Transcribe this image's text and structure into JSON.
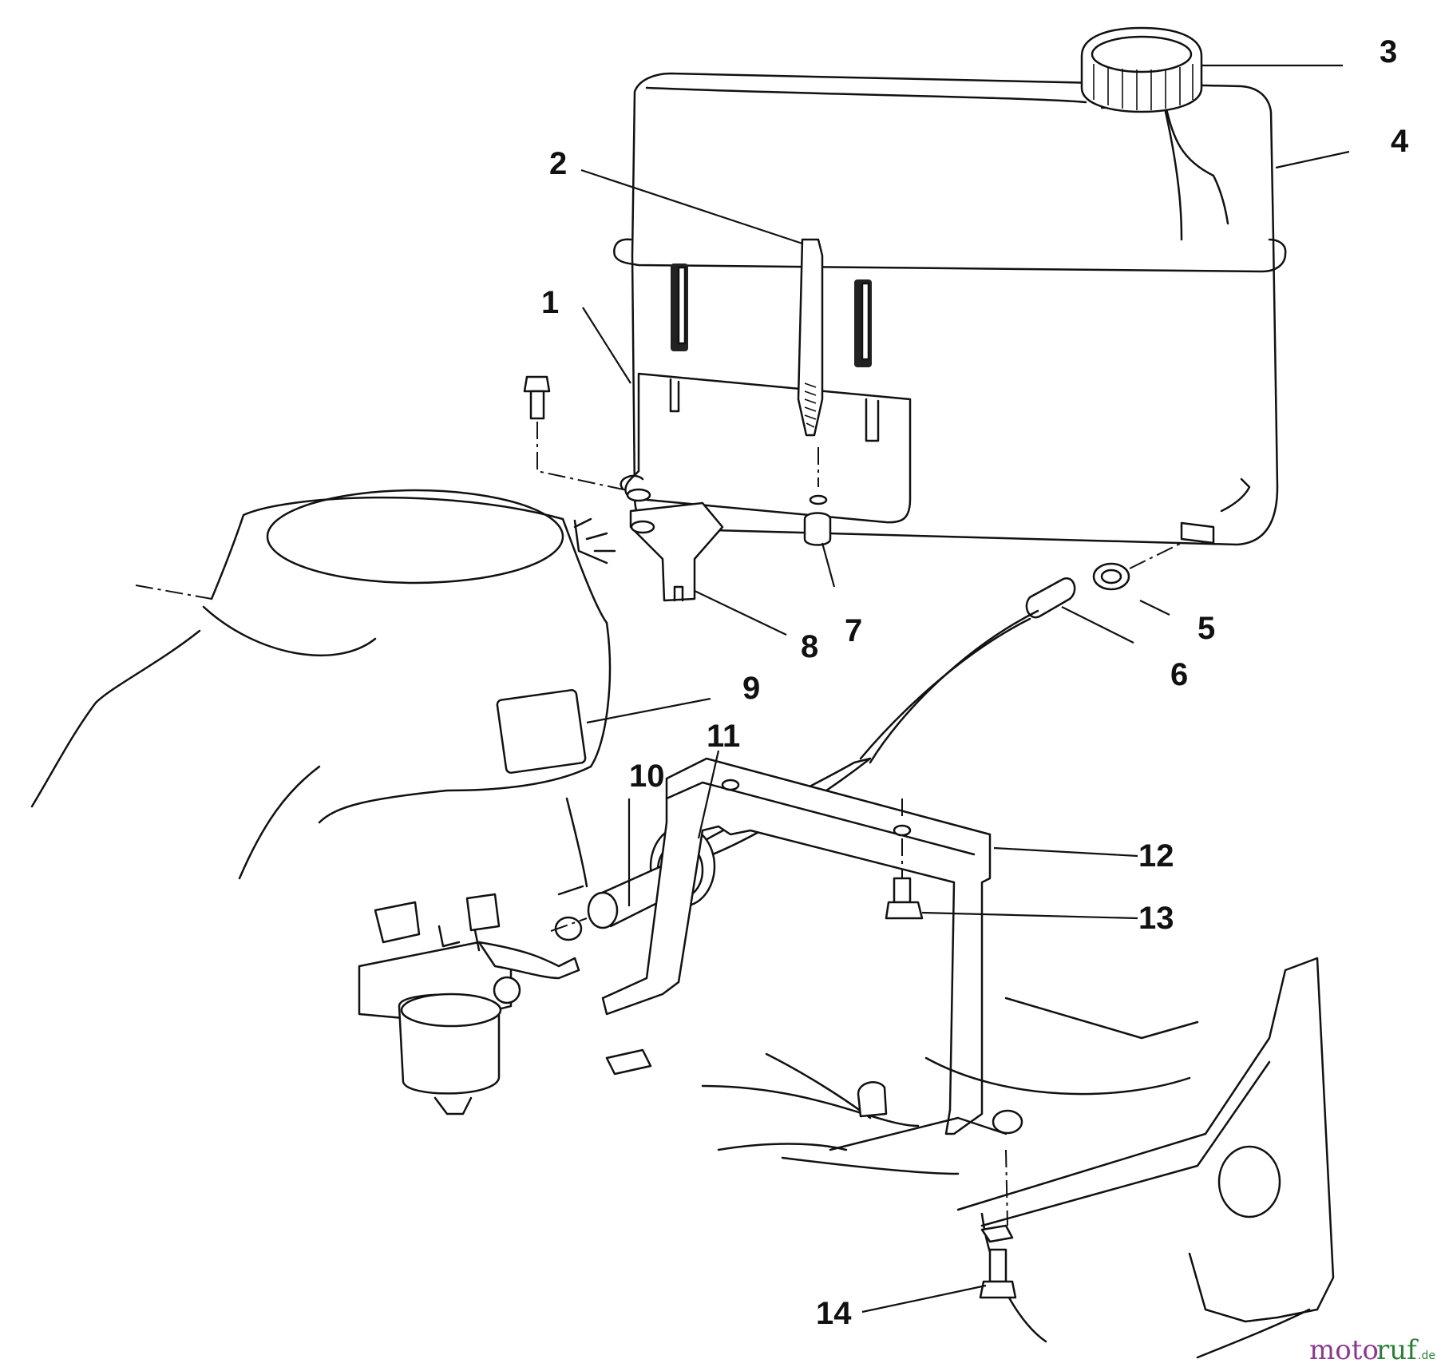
{
  "callouts": {
    "c1": "1",
    "c2": "2",
    "c3": "3",
    "c4": "4",
    "c5": "5",
    "c6": "6",
    "c7": "7",
    "c8": "8",
    "c9": "9",
    "c10": "10",
    "c11": "11",
    "c12": "12",
    "c13": "13",
    "c14": "14"
  },
  "watermark": {
    "part1": "moto",
    "part2": "ruf",
    "suffix": ".de"
  },
  "colors": {
    "line": "#111111",
    "watermark_purple": "#8a3b8f",
    "watermark_green": "#2f7d3a"
  }
}
